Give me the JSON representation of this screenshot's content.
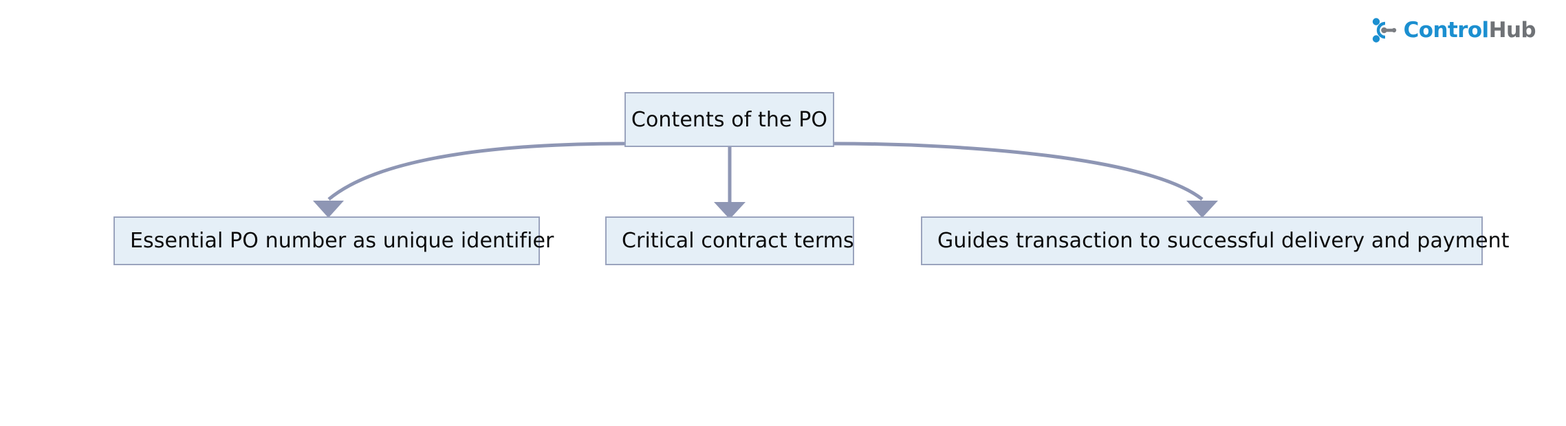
{
  "diagram": {
    "type": "flowchart",
    "orientation": "top-down",
    "root": {
      "id": "root",
      "label": "Contents of the PO"
    },
    "children": [
      {
        "id": "c1",
        "label": "Essential PO number as unique identifier"
      },
      {
        "id": "c2",
        "label": "Critical contract terms"
      },
      {
        "id": "c3",
        "label": "Guides transaction to successful delivery and payment"
      }
    ],
    "edges": [
      {
        "from": "root",
        "to": "c1",
        "style": "curved",
        "arrow": "triangle-down"
      },
      {
        "from": "root",
        "to": "c2",
        "style": "straight",
        "arrow": "triangle-down"
      },
      {
        "from": "root",
        "to": "c3",
        "style": "curved",
        "arrow": "triangle-down"
      }
    ],
    "colors": {
      "node_fill": "#e5eff7",
      "node_border": "#9aa3bd",
      "node_text": "#0b0b0b",
      "edge": "#8e96b4",
      "background": "#ffffff"
    }
  },
  "brand": {
    "name_primary": "Control",
    "name_secondary": "Hub",
    "icon": "controlhub-node-icon",
    "primary_color": "#1b8fd0",
    "secondary_color": "#6f7276"
  }
}
